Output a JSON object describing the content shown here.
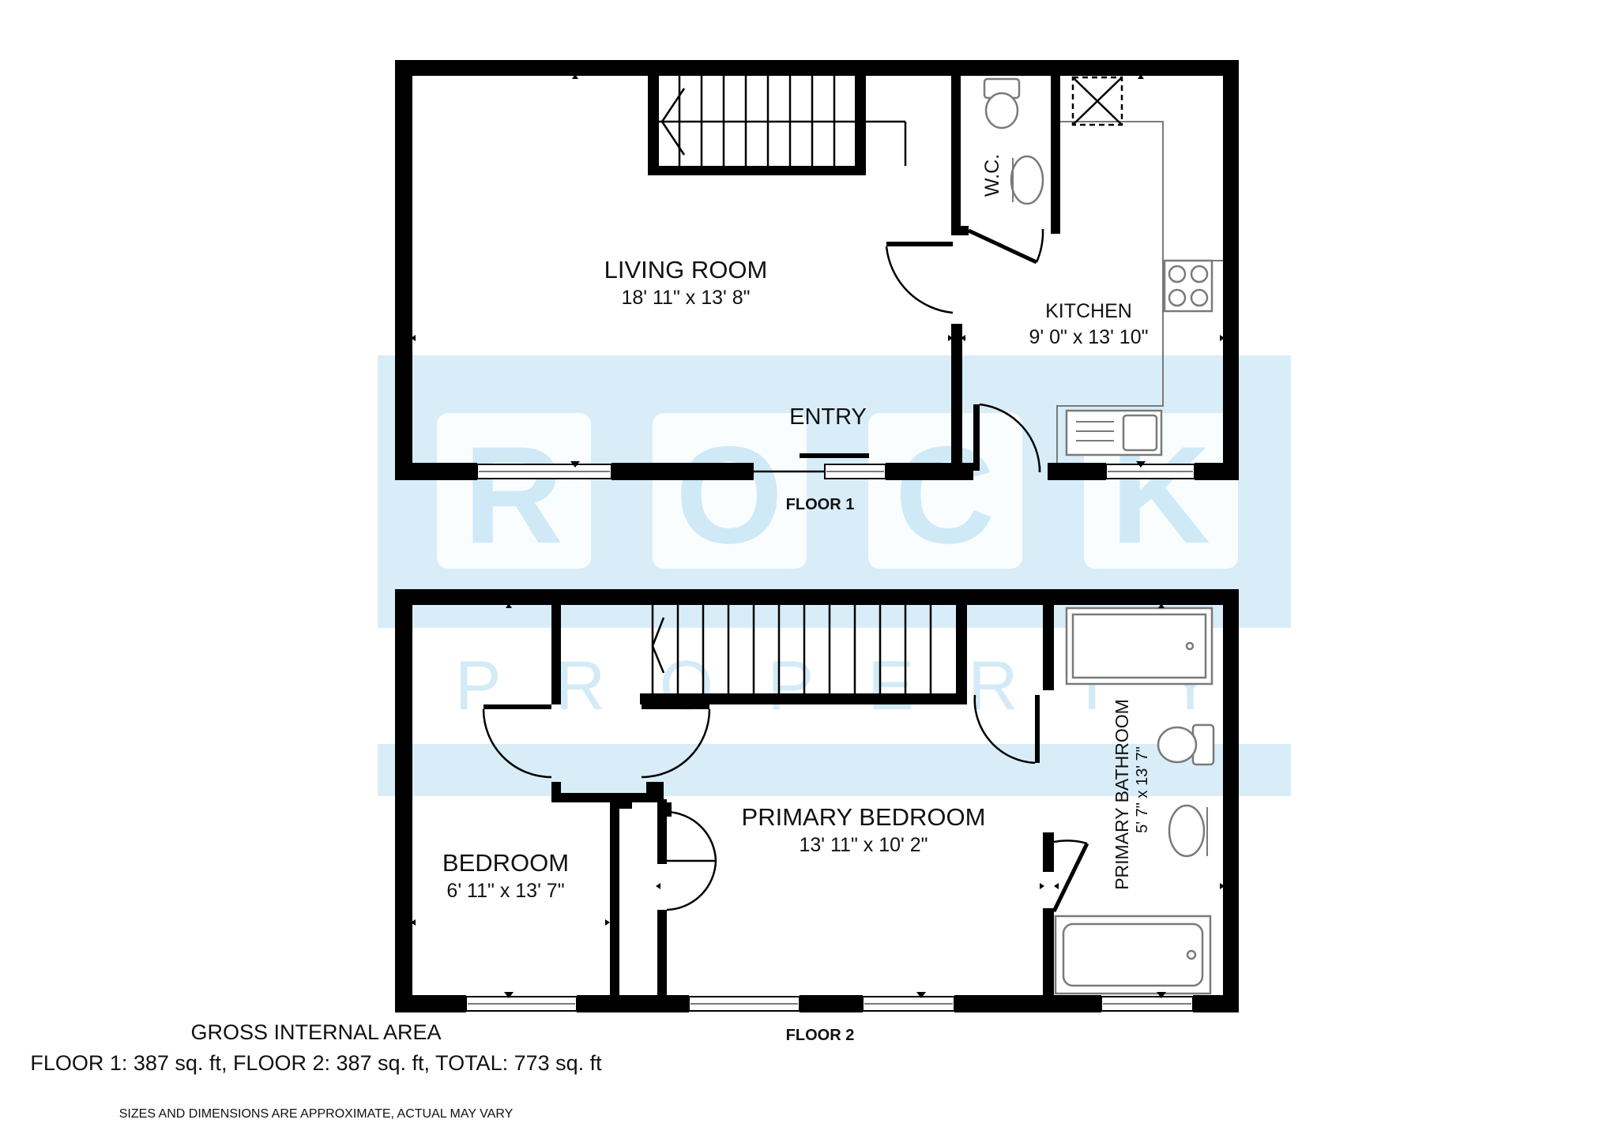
{
  "floors": [
    {
      "label": "FLOOR 1",
      "rooms": [
        {
          "name": "LIVING ROOM",
          "dimensions": "18' 11\" x 13' 8\""
        },
        {
          "name": "KITCHEN",
          "dimensions": "9' 0\" x 13' 10\""
        },
        {
          "name": "W.C."
        },
        {
          "name": "ENTRY"
        }
      ]
    },
    {
      "label": "FLOOR 2",
      "rooms": [
        {
          "name": "PRIMARY BEDROOM",
          "dimensions": "13' 11\" x 10' 2\""
        },
        {
          "name": "BEDROOM",
          "dimensions": "6' 11\" x 13' 7\""
        },
        {
          "name": "PRIMARY BATHROOM",
          "dimensions": "5' 7\" x 13' 7\""
        }
      ]
    }
  ],
  "watermark": {
    "letters": [
      "R",
      "O",
      "C",
      "K"
    ],
    "subtitle": "PROPERTY",
    "color": "#cfe9f7"
  },
  "footer": {
    "area_title": "GROSS INTERNAL AREA",
    "area_values": "FLOOR 1: 387 sq. ft, FLOOR 2: 387 sq. ft, TOTAL: 773 sq. ft",
    "disclaimer": "SIZES AND DIMENSIONS ARE APPROXIMATE, ACTUAL MAY VARY"
  }
}
